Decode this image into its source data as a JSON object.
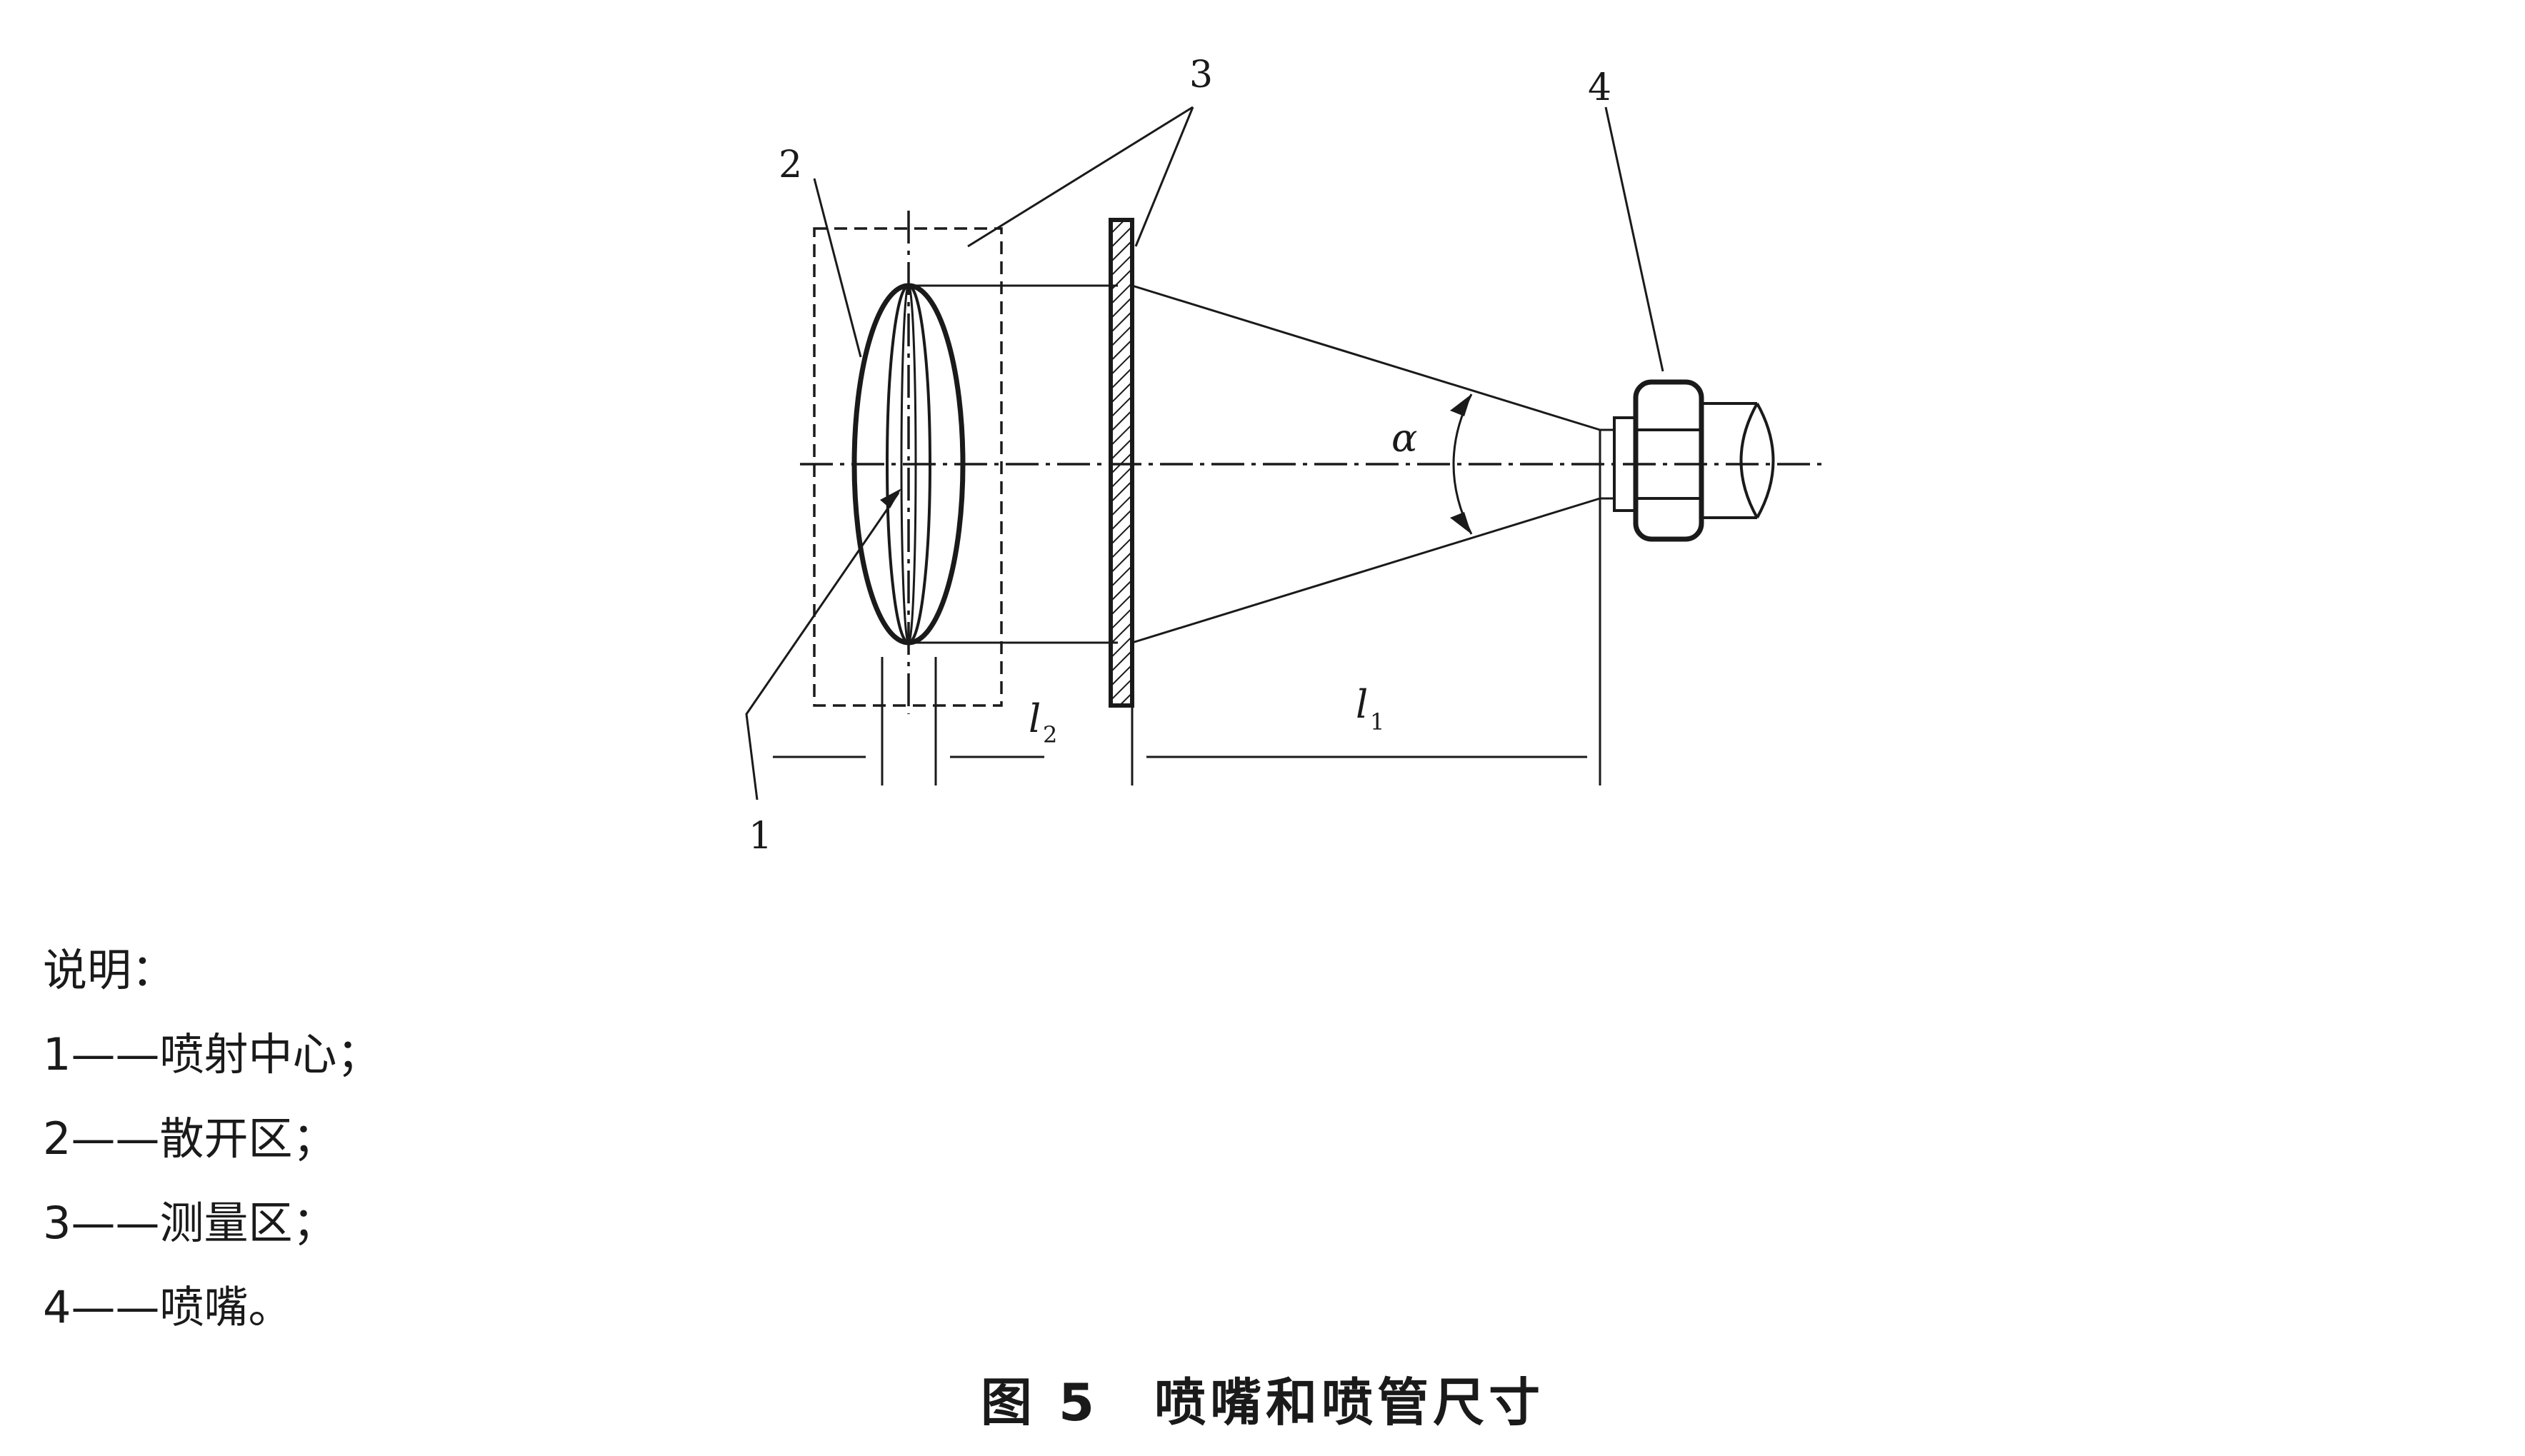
{
  "diagram": {
    "labels": {
      "item1": "1",
      "item2": "2",
      "item3": "3",
      "item4": "4",
      "angle": "α",
      "l1": "l",
      "l1_sub": "1",
      "l2": "l",
      "l2_sub": "2"
    }
  },
  "legend": {
    "heading": "说明：",
    "items": [
      "1——喷射中心；",
      "2——散开区；",
      "3——测量区；",
      "4——喷嘴。"
    ]
  },
  "caption": "图 5　喷嘴和喷管尺寸"
}
